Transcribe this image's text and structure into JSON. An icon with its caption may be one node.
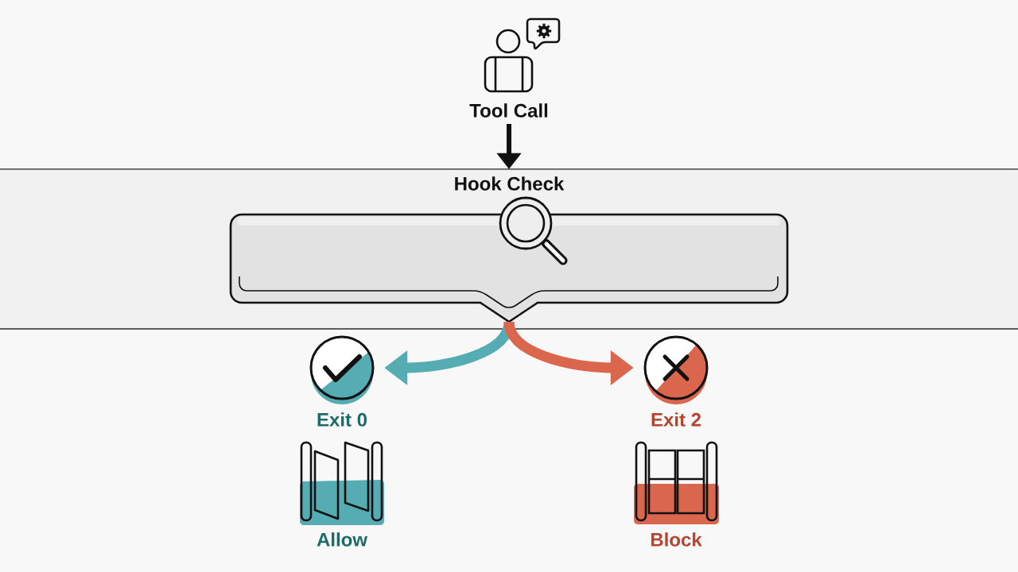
{
  "diagram": {
    "nodes": [
      {
        "text": [
          "Tool Call"
        ]
      },
      {
        "text": [
          "Hook Check"
        ]
      },
      {
        "text": [],
        "shape": "box",
        "in": 1
      },
      {
        "text": [
          "Exit 0"
        ]
      },
      {
        "text": [
          "Exit 2"
        ]
      }
    ],
    "edges": [
      {
        "from": 0,
        "to": 1,
        "arrow": "to"
      },
      {
        "from": 2,
        "to": 3,
        "arrow": "to",
        "color": "#55adb3"
      },
      {
        "from": 2,
        "to": 4,
        "arrow": "to",
        "color": "#d9664d"
      }
    ],
    "labels": [
      "Allow",
      "Block"
    ]
  }
}
